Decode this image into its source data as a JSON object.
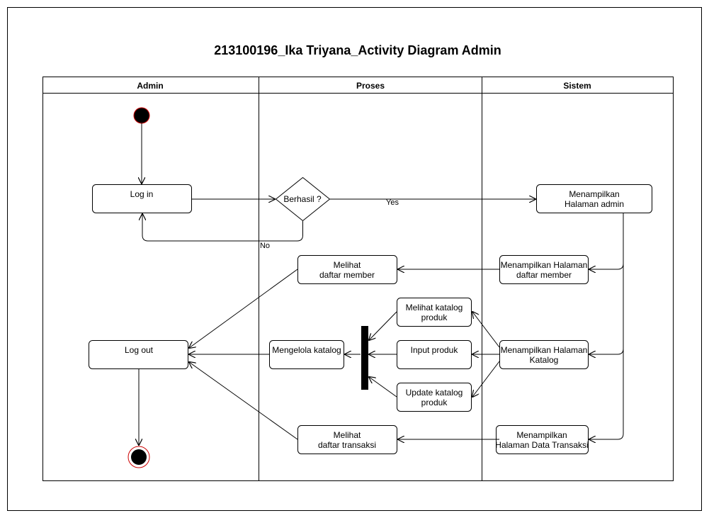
{
  "title": "213100196_Ika Triyana_Activity Diagram Admin",
  "lanes": {
    "admin": "Admin",
    "proses": "Proses",
    "sistem": "Sistem"
  },
  "nodes": {
    "login": "Log in",
    "decision": "Berhasil ?",
    "show_admin_page": [
      "Menampilkan",
      "Halaman admin"
    ],
    "view_members": [
      "Melihat",
      "daftar member"
    ],
    "show_member_page": [
      "Menampilkan Halaman",
      "daftar member"
    ],
    "view_catalog": [
      "Melihat katalog",
      "produk"
    ],
    "input_product": "Input produk",
    "update_catalog": [
      "Update katalog",
      "produk"
    ],
    "manage_catalog": "Mengelola katalog",
    "show_catalog_page": [
      "Menampilkan Halaman",
      "Katalog"
    ],
    "logout": "Log out",
    "view_transactions": [
      "Melihat",
      "daftar transaksi"
    ],
    "show_transaction_page": [
      "Menampilkan",
      "Halaman Data Transaksi"
    ]
  },
  "edges": {
    "yes": "Yes",
    "no": "No"
  },
  "colors": {
    "start_fill": "#000000",
    "end_ring": "#cc0000",
    "stroke": "#000000",
    "fork_bar": "#000000"
  }
}
